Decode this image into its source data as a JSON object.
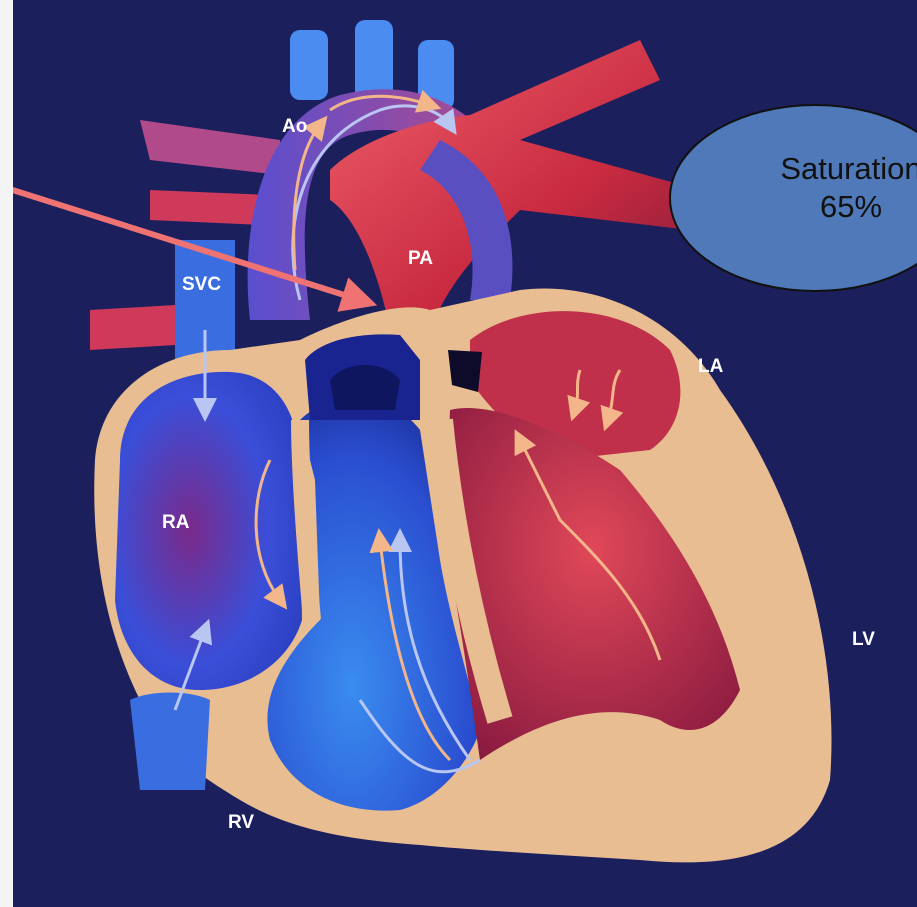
{
  "diagram": {
    "labels": {
      "ao": "Ao",
      "pa": "PA",
      "svc": "SVC",
      "la": "LA",
      "ra": "RA",
      "lv": "LV",
      "rv": "RV"
    },
    "callout": {
      "line1": "Saturation",
      "line2": "65%"
    },
    "colors": {
      "background": "#1b1f5c",
      "deoxygenated": "#3a4fd0",
      "oxygenated": "#d2303f",
      "wall": "#e9bd92",
      "pointer_arrow": "#f07373",
      "callout_fill": "#4f79b8"
    }
  }
}
